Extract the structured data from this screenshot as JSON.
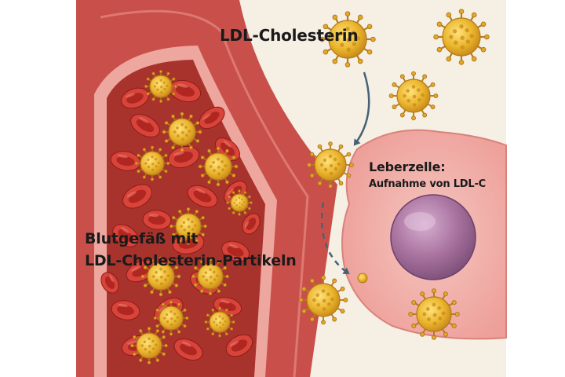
{
  "labels": {
    "ldl_title": "LDL-Cholesterin",
    "vessel_line1": "Blutgefäß mit",
    "vessel_line2": "LDL-Cholesterin-Partikeln",
    "liver_title": "Leberzelle:",
    "liver_subtitle": "Aufnahme von LDL-C"
  },
  "colors": {
    "background": "#f6efe4",
    "vessel_wall": "#c9504a",
    "vessel_lumen": "#a8332c",
    "red_blood_cell": "#c8302b",
    "ldl_particle": "#e8b62a",
    "liver_cell": "#f0b3ae",
    "nucleus": "#a8739f",
    "arrow": "#476276"
  }
}
